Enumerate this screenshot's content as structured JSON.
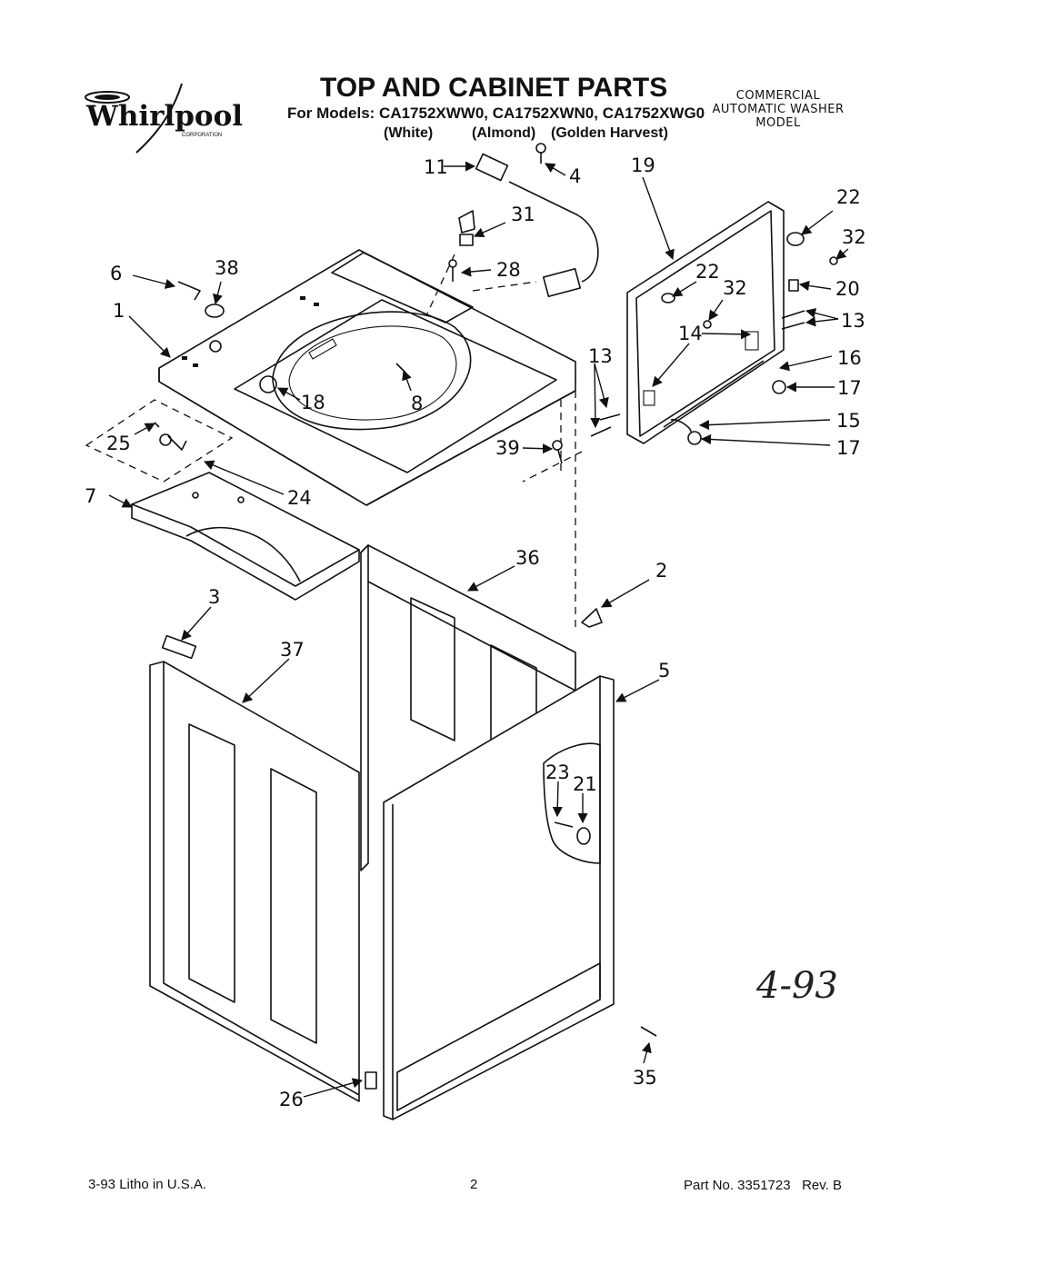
{
  "header": {
    "brand": "Whirlpool",
    "brand_sub": "CORPORATION",
    "title": "TOP AND CABINET PARTS",
    "models_line": "For Models: CA1752XWW0, CA1752XWN0, CA1752XWG0",
    "variants": [
      "(White)",
      "(Almond)",
      "(Golden Harvest)"
    ],
    "model_type": [
      "COMMERCIAL",
      "AUTOMATIC WASHER",
      "MODEL"
    ]
  },
  "callouts": [
    "11",
    "4",
    "19",
    "22",
    "32",
    "31",
    "28",
    "6",
    "38",
    "1",
    "22",
    "32",
    "20",
    "13",
    "14",
    "16",
    "8",
    "18",
    "13",
    "17",
    "15",
    "25",
    "39",
    "17",
    "7",
    "24",
    "36",
    "2",
    "3",
    "37",
    "5",
    "23",
    "21",
    "35",
    "26"
  ],
  "handwritten_note": "4-93",
  "footer": {
    "left": "3-93 Litho in U.S.A.",
    "center": "2",
    "right": "Part No. 3351723   Rev. B"
  }
}
